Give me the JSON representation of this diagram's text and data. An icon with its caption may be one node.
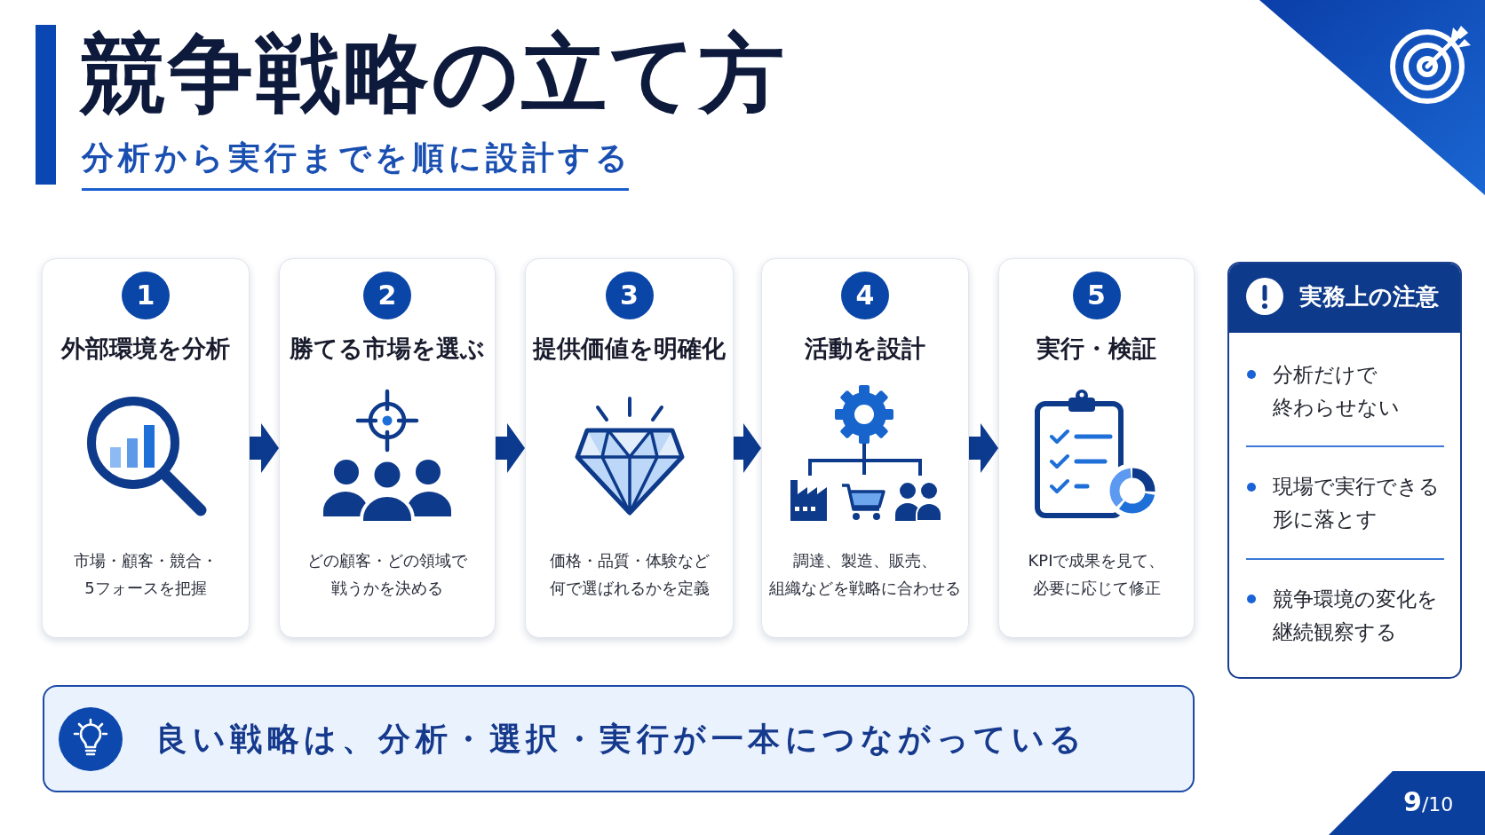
{
  "diagram": {
    "title": "競争戦略の立て方",
    "nodes": [
      {
        "text": [
          "1",
          "外部環境を分析",
          "市場・顧客・競合・5フォースを把握"
        ]
      },
      {
        "text": [
          "2",
          "勝てる市場を選ぶ",
          "どの顧客・どの領域で戦うかを決める"
        ]
      },
      {
        "text": [
          "3",
          "提供価値を明確化",
          "価格・品質・体験など何で選ばれるかを定義"
        ]
      },
      {
        "text": [
          "4",
          "活動を設計",
          "調達、製造、販売、組織などを戦略に合わせる"
        ]
      },
      {
        "text": [
          "5",
          "実行・検証",
          "KPIで成果を見て、必要に応じて修正"
        ]
      },
      {
        "text": [
          "実務上の注意",
          "分析だけで終わらせない",
          "現場で実行できる形に落とす",
          "競争環境の変化を継続観察する"
        ]
      },
      {
        "text": [
          "良い戦略は、分析・選択・実行が一本につながっている"
        ]
      }
    ],
    "edges": [
      {
        "from": 0,
        "to": 1,
        "arrow": "to"
      },
      {
        "from": 1,
        "to": 2,
        "arrow": "to"
      },
      {
        "from": 2,
        "to": 3,
        "arrow": "to"
      },
      {
        "from": 3,
        "to": 4,
        "arrow": "to"
      }
    ],
    "labels": [
      "分析から実行までを順に設計する",
      "**9**/10"
    ]
  }
}
